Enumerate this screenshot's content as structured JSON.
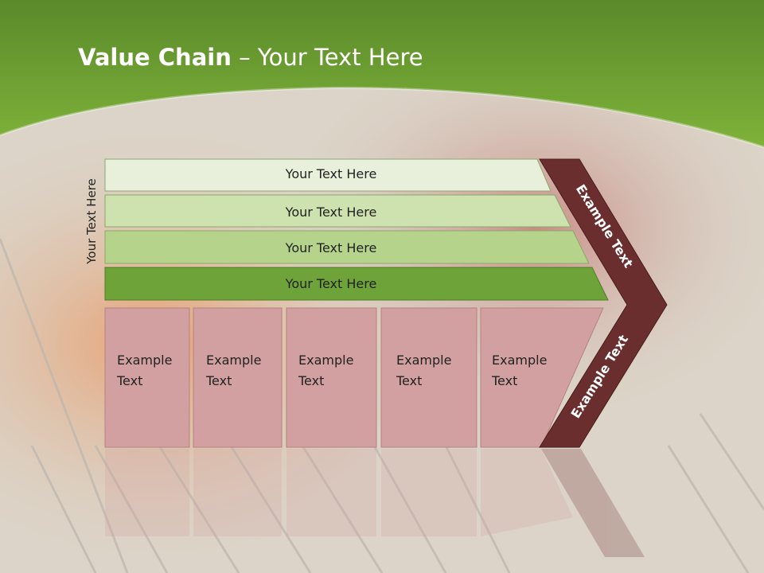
{
  "title": {
    "bold": "Value Chain",
    "rest": " – Your Text Here"
  },
  "side_label": "Your Text Here",
  "bars": [
    {
      "label": "Your Text Here",
      "color": "#e8f0dc"
    },
    {
      "label": "Your Text Here",
      "color": "#cde2ae"
    },
    {
      "label": "Your Text Here",
      "color": "#b5d38b"
    },
    {
      "label": "Your Text Here",
      "color": "#6ea33a"
    }
  ],
  "boxes": [
    {
      "line1": "Example",
      "line2": "Text"
    },
    {
      "line1": "Example",
      "line2": "Text"
    },
    {
      "line1": "Example",
      "line2": "Text"
    },
    {
      "line1": "Example",
      "line2": "Text"
    },
    {
      "line1": "Example",
      "line2": "Text"
    }
  ],
  "chevron": {
    "upper": "Example Text",
    "lower": "Example Text",
    "color": "#6b2e2e"
  },
  "colors": {
    "header_green": "#6f9e2f",
    "box_fill": "#d2a0a0",
    "box_border": "#b58282"
  }
}
